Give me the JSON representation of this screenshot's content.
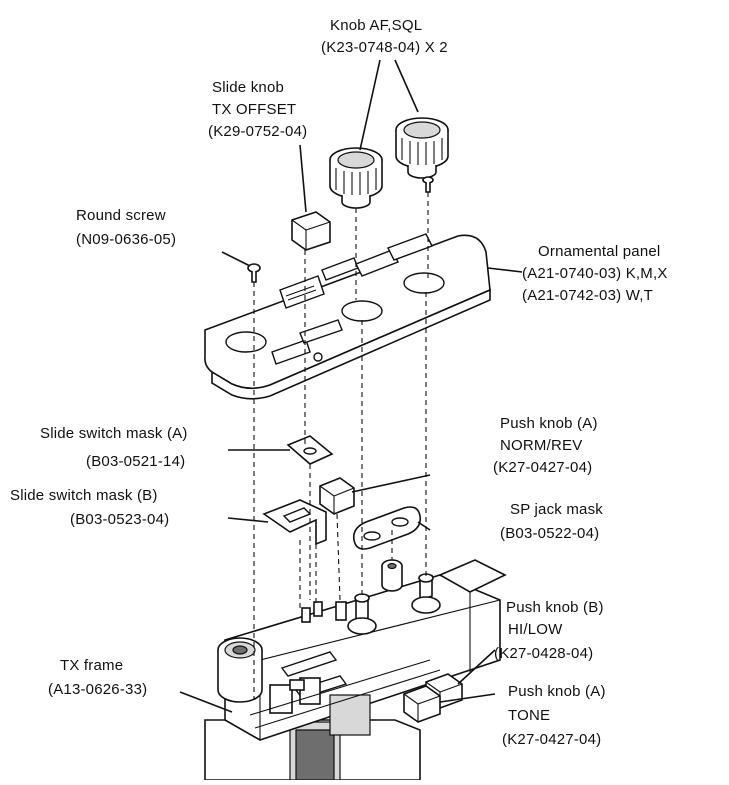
{
  "labels": {
    "knob_af_sql_1": "Knob AF,SQL",
    "knob_af_sql_2": "(K23-0748-04) X 2",
    "slide_knob_1": "Slide knob",
    "slide_knob_2": "TX OFFSET",
    "slide_knob_3": "(K29-0752-04)",
    "round_screw_1": "Round screw",
    "round_screw_2": "(N09-0636-05)",
    "ornamental_panel_1": "Ornamental panel",
    "ornamental_panel_2": "(A21-0740-03) K,M,X",
    "ornamental_panel_3": "(A21-0742-03) W,T",
    "slide_switch_mask_a_1": "Slide switch mask (A)",
    "slide_switch_mask_a_2": "(B03-0521-14)",
    "push_knob_a_norm_1": "Push knob (A)",
    "push_knob_a_norm_2": "NORM/REV",
    "push_knob_a_norm_3": "(K27-0427-04)",
    "slide_switch_mask_b_1": "Slide switch mask (B)",
    "slide_switch_mask_b_2": "(B03-0523-04)",
    "sp_jack_mask_1": "SP jack mask",
    "sp_jack_mask_2": "(B03-0522-04)",
    "push_knob_b_1": "Push knob (B)",
    "push_knob_b_2": "HI/LOW",
    "push_knob_b_3": "(K27-0428-04)",
    "tx_frame_1": "TX frame",
    "tx_frame_2": "(A13-0626-33)",
    "push_knob_a_tone_1": "Push knob (A)",
    "push_knob_a_tone_2": "TONE",
    "push_knob_a_tone_3": "(K27-0427-04)"
  }
}
